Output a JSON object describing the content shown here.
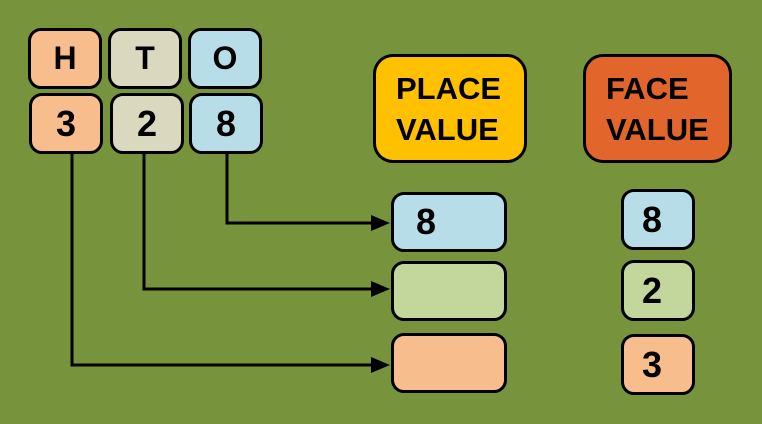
{
  "canvas": {
    "background_color": "#77933C",
    "border_color": "#000000"
  },
  "colors": {
    "hundreds_peach": "#F7BD8C",
    "tens_beige": "#DBD8C0",
    "ones_blue": "#B7DEE8",
    "place_green": "#C3D69B",
    "place_header_gold": "#FFC000",
    "face_header_orange": "#E2662B"
  },
  "columns": {
    "hundreds_label": "H",
    "tens_label": "T",
    "ones_label": "O"
  },
  "number": {
    "hundreds_digit": "3",
    "tens_digit": "2",
    "ones_digit": "8"
  },
  "place_value": {
    "title_line1": "PLACE",
    "title_line2": "VALUE",
    "rows": [
      {
        "value": "8",
        "color": "#B7DEE8"
      },
      {
        "value": "",
        "color": "#C3D69B"
      },
      {
        "value": "",
        "color": "#F7BD8C"
      }
    ]
  },
  "face_value": {
    "title_line1": "FACE",
    "title_line2": "VALUE",
    "rows": [
      {
        "value": "8",
        "color": "#B7DEE8"
      },
      {
        "value": "2",
        "color": "#C3D69B"
      },
      {
        "value": "3",
        "color": "#F7BD8C"
      }
    ]
  }
}
